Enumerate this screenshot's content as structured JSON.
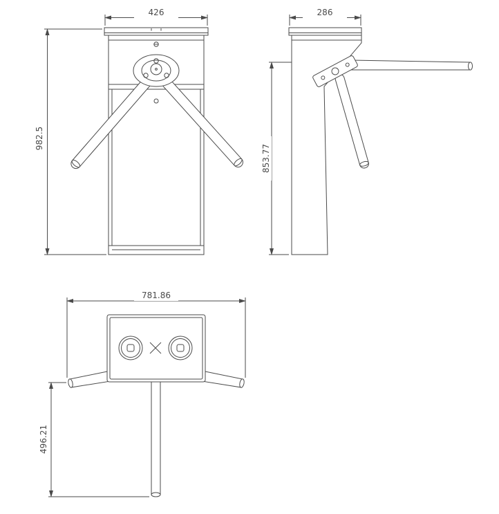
{
  "colors": {
    "line": "#4a4a4a",
    "background": "#ffffff"
  },
  "drawing": {
    "views": {
      "front": {
        "width_label": "426",
        "height_label": "982.5"
      },
      "side": {
        "depth_label": "286",
        "arm_height_label": "853.77"
      },
      "top": {
        "overall_width_label": "781.86",
        "arm_length_label": "496.21"
      }
    }
  }
}
